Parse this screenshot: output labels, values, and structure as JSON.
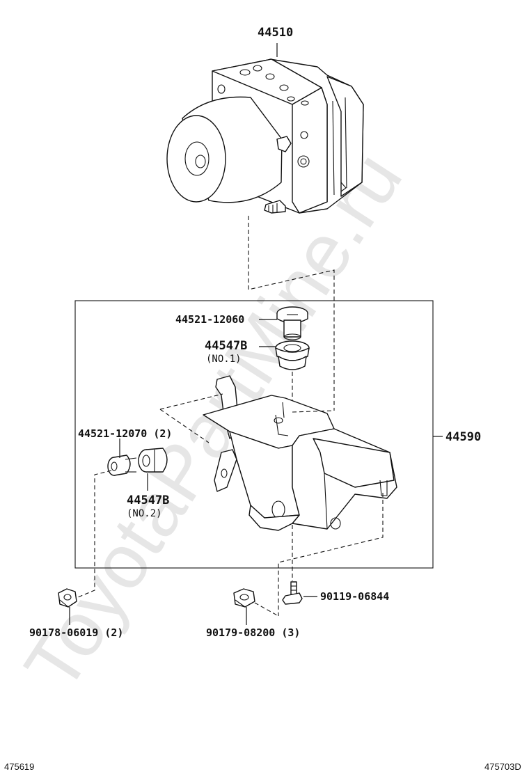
{
  "watermark": "ToyotaPartMine.ru",
  "labels": {
    "actuator": "44510",
    "bracket": "44590",
    "bolt_top": "44521-12060",
    "cushion_no1_part": "44547B",
    "cushion_no1_note": "(NO.1)",
    "bolt_side": "44521-12070 (2)",
    "cushion_no2_part": "44547B",
    "cushion_no2_note": "(NO.2)",
    "bolt_flange": "90119-06844",
    "nut_left": "90178-06019 (2)",
    "nut_mid": "90179-08200 (3)"
  },
  "footer": {
    "left": "475619",
    "right": "475703D"
  }
}
